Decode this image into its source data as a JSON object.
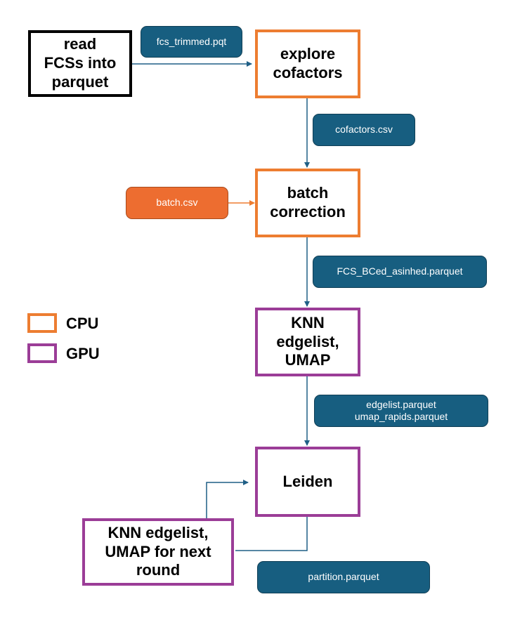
{
  "colors": {
    "cpu": "#ED7D31",
    "gpu": "#9B3D97",
    "io": "#000000",
    "file_box": "#175E80",
    "file_box_orange": "#ED6D30",
    "arrow": "#1F5F86"
  },
  "nodes": {
    "read": "read\nFCSs into\nparquet",
    "explore": "explore\ncofactors",
    "batch": "batch\ncorrection",
    "knn": "KNN\nedgelist,\nUMAP",
    "leiden": "Leiden",
    "next_round": "KNN edgelist,\nUMAP for next\nround"
  },
  "files": {
    "fcs_trimmed": "fcs_trimmed.pqt",
    "cofactors": "cofactors.csv",
    "batch_csv": "batch.csv",
    "bced": "FCS_BCed_asinhed.parquet",
    "edgelist": "edgelist.parquet\numap_rapids.parquet",
    "partition": "partition.parquet"
  },
  "legend": {
    "cpu_label": "CPU",
    "gpu_label": "GPU"
  }
}
